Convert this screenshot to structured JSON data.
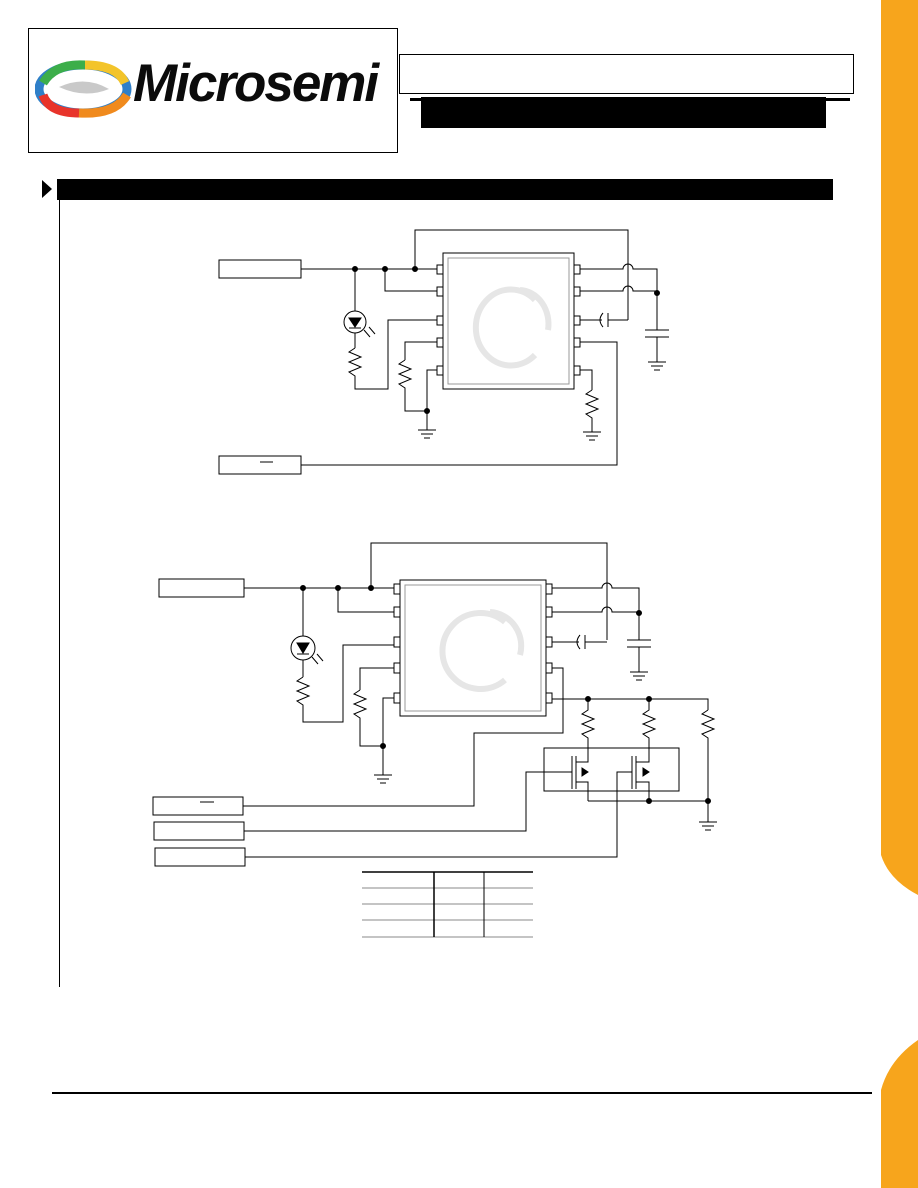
{
  "header": {
    "logo": {
      "text": "Microsemi",
      "icon": "microsemi-swirl-logo-icon"
    }
  },
  "colors": {
    "accent_tab": "#f7a51c",
    "ink": "#000000",
    "background": "#ffffff"
  },
  "figures": [
    {
      "name": "application-circuit-1",
      "ic_pins_per_side": 5,
      "input_labels": 2
    },
    {
      "name": "application-circuit-2",
      "ic_pins_per_side": 5,
      "input_labels": 4,
      "mosfets": 2
    }
  ],
  "table": {
    "rows": 4,
    "columns": 3
  }
}
